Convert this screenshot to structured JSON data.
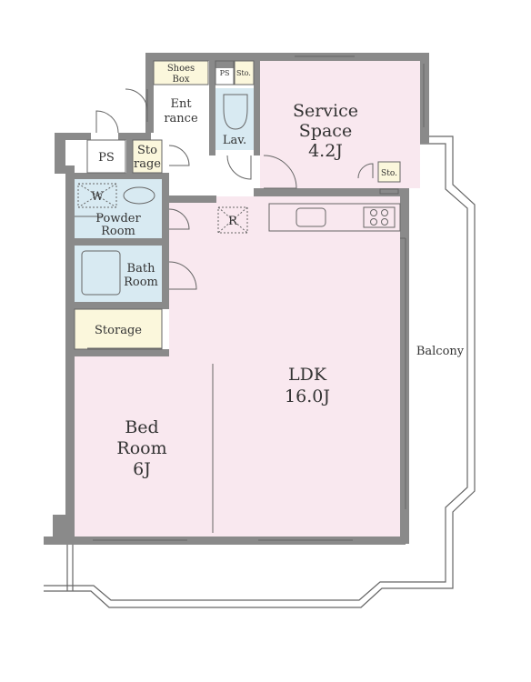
{
  "rooms": {
    "shoes_box": [
      "Shoes",
      "Box"
    ],
    "ps_small": "PS",
    "sto_small": "Sto.",
    "entrance": [
      "Ent",
      "rance"
    ],
    "lav": "Lav.",
    "service_space": [
      "Service",
      "Space",
      "4.2J"
    ],
    "ps": "PS",
    "storage_small": [
      "Sto",
      "rage"
    ],
    "sto_balcony": "Sto.",
    "washer": "W",
    "powder_room": [
      "Powder",
      "Room"
    ],
    "refrigerator": "R",
    "bath_room": [
      "Bath",
      "Room"
    ],
    "storage": "Storage",
    "ldk": [
      "LDK",
      "16.0J"
    ],
    "balcony": "Balcony",
    "bed_room": [
      "Bed",
      "Room",
      "6J"
    ]
  },
  "colors": {
    "wall": "#8a8a8a",
    "room_pink": "#f9e8ef",
    "room_blue": "#d8eaf2",
    "room_cream": "#fbf7dc",
    "line": "#666666"
  }
}
